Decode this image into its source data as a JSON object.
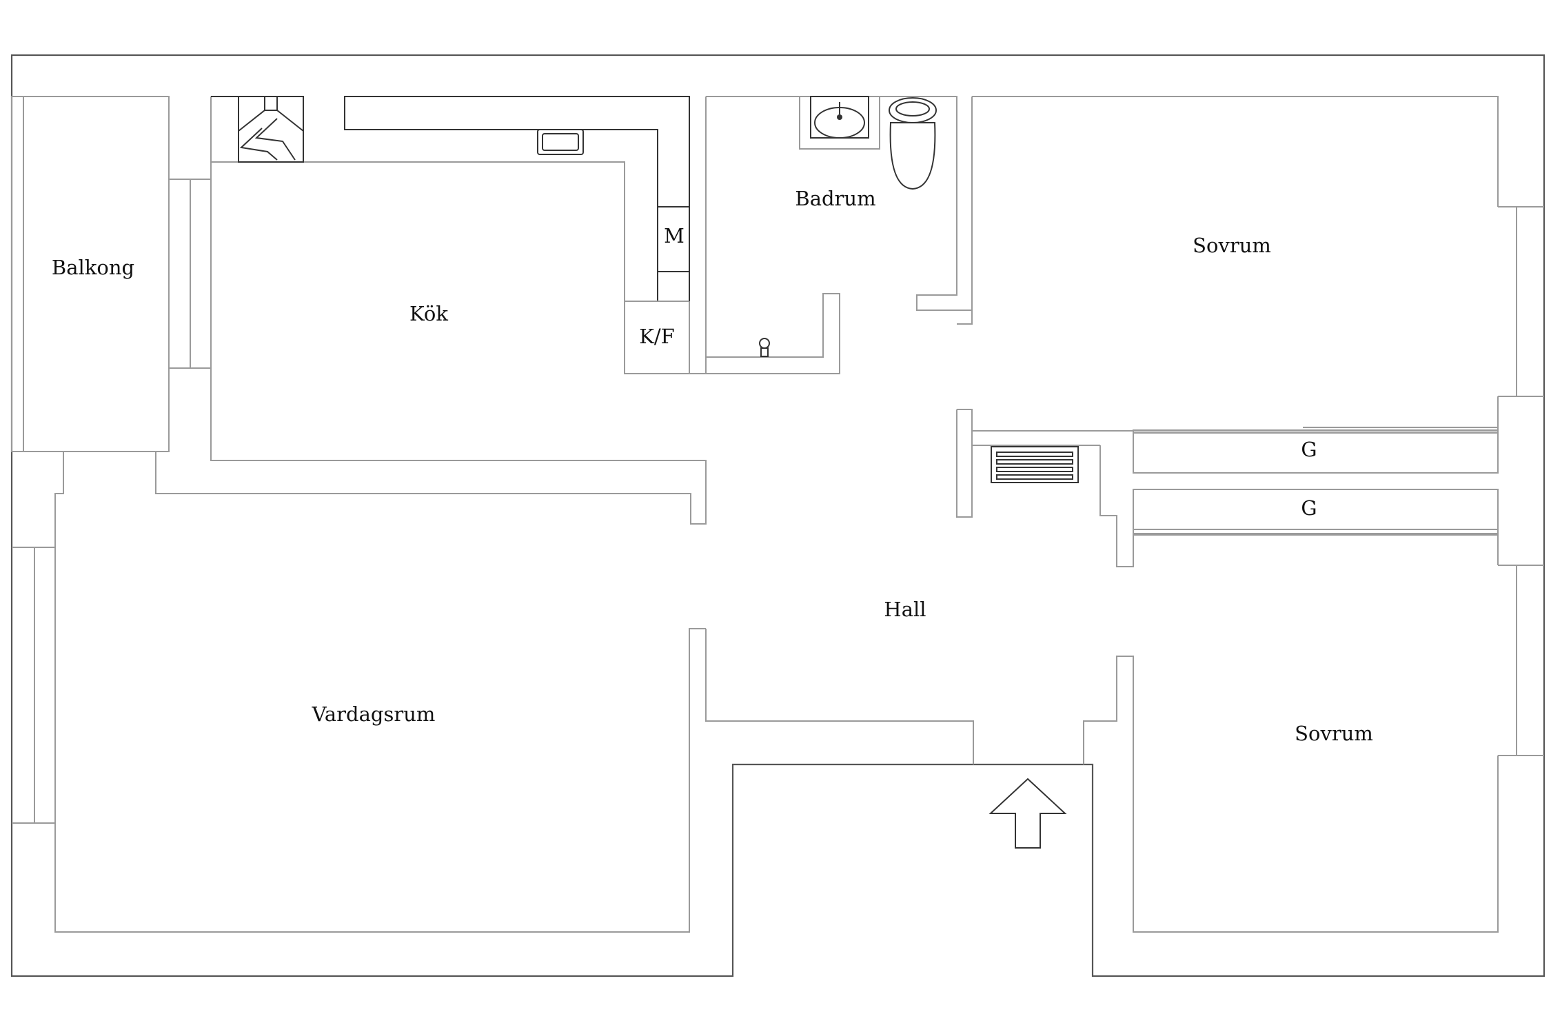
{
  "rooms": {
    "balkong": "Balkong",
    "kok": "Kök",
    "badrum": "Badrum",
    "sovrum_top": "Sovrum",
    "sovrum_bottom": "Sovrum",
    "hall": "Hall",
    "vardagsrum": "Vardagsrum"
  },
  "fixtures": {
    "microwave": "M",
    "fridge_freezer": "K/F",
    "closet_top": "G",
    "closet_bottom": "G"
  }
}
